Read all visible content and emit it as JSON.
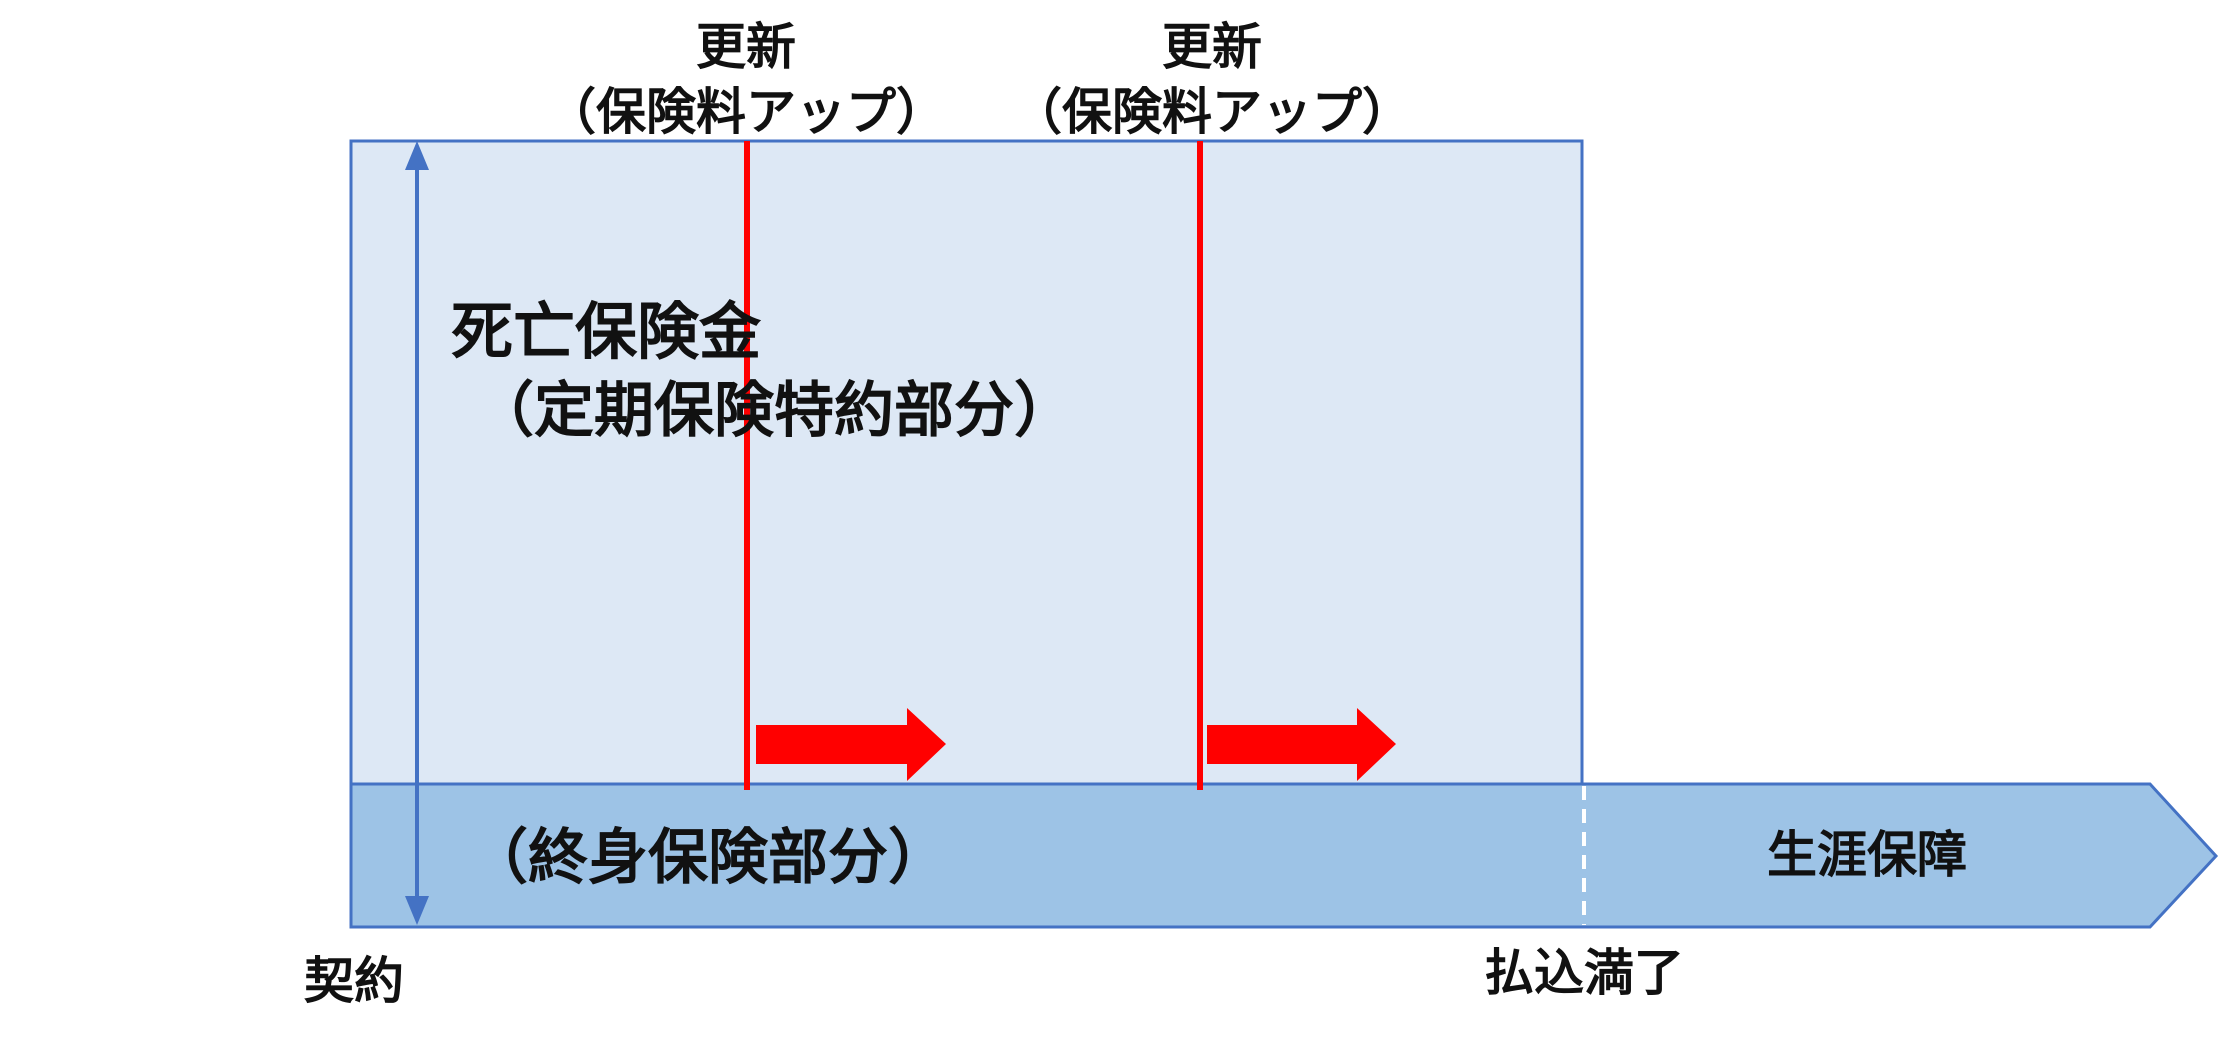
{
  "colors": {
    "term_fill": "#dde8f5",
    "whole_life_fill": "#9dc3e6",
    "border": "#4472c4",
    "renewal_line": "#ff0000",
    "arrow_fill": "#ff0000",
    "divider": "#ffffff",
    "text": "#111111"
  },
  "renewals": [
    {
      "line1": "更新",
      "line2": "（保険料アップ）"
    },
    {
      "line1": "更新",
      "line2": "（保険料アップ）"
    }
  ],
  "term_block": {
    "title": "死亡保険金",
    "subtitle": "（定期保険特約部分）"
  },
  "whole_life_block": {
    "label": "（終身保険部分）"
  },
  "lifetime": {
    "label": "生涯保障"
  },
  "timeline": {
    "contract": "契約",
    "paid_up": "払込満了"
  },
  "icons": {
    "height_arrow": "double-headed-vertical-arrow-icon",
    "premium_arrow": "right-arrow-icon"
  }
}
